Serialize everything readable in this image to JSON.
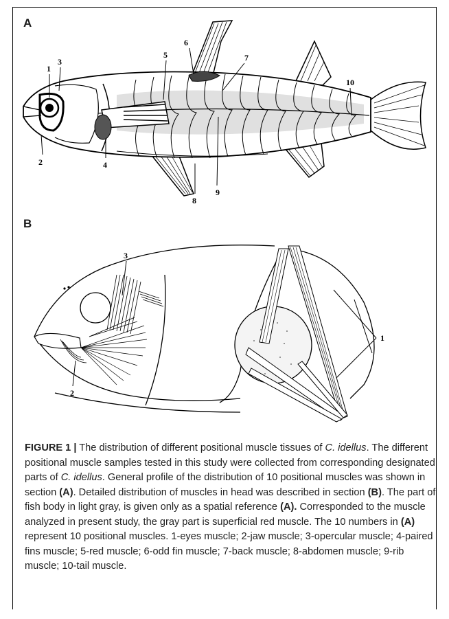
{
  "panels": {
    "a_label": "A",
    "b_label": "B"
  },
  "fish_labels": [
    "1",
    "2",
    "3",
    "4",
    "5",
    "6",
    "7",
    "8",
    "9",
    "10"
  ],
  "head_labels": {
    "left_opercular": "3",
    "left_jaw": "2",
    "right_eye": "1"
  },
  "caption": {
    "figure_label": "FIGURE 1 |",
    "t1": " The distribution of different positional muscle tissues of ",
    "species": "C. idellus",
    "t2": ". The different positional muscle samples tested in this study were collected from corresponding designated parts of ",
    "species2": "C. idellus",
    "t3": ". General profile of the distribution of 10 positional muscles was shown in section ",
    "ref_a1": "(A)",
    "t4": ". Detailed distribution of muscles in head was described in section ",
    "ref_b": "(B)",
    "t5": ". The part of fish body in light gray, is given only as a spatial reference ",
    "ref_a2": "(A).",
    "t6": " Corresponded to the muscle analyzed in present study, the gray part is superficial red muscle. The 10 numbers in ",
    "ref_a3": "(A)",
    "t7": " represent 10 positional muscles. 1-eyes muscle; 2-jaw muscle; 3-opercular muscle; 4-paired fins muscle; 5-red muscle; 6-odd fin muscle; 7-back muscle; 8-abdomen muscle; 9-rib muscle; 10-tail muscle."
  }
}
